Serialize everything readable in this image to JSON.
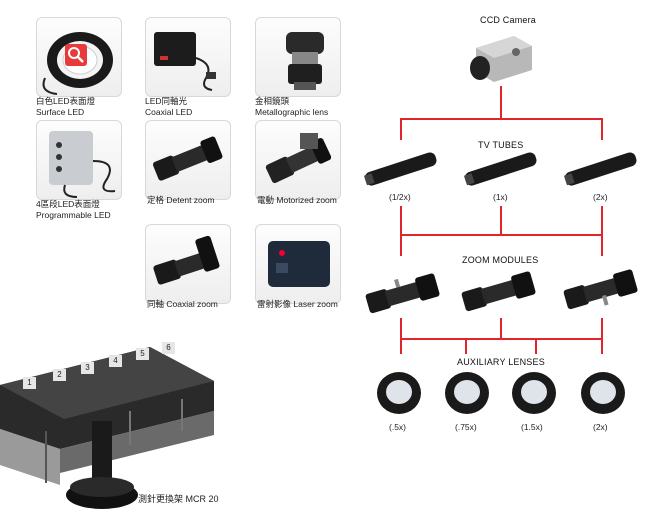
{
  "accessories": [
    {
      "cn": "白色LED表面燈",
      "en": "Surface LED"
    },
    {
      "cn": "LED同軸光",
      "en": "Coaxial LED"
    },
    {
      "cn": "金相鏡頭",
      "en": "Metallographic lens"
    },
    {
      "cn": "4區段LED表面燈",
      "en": "Programmable LED"
    },
    {
      "cn": "定格",
      "en": "Detent zoom"
    },
    {
      "cn": "電動",
      "en": "Motorized zoom"
    },
    {
      "cn": "同軸",
      "en": "Coaxial zoom"
    },
    {
      "cn": "雷射影像",
      "en": "Laser zoom"
    }
  ],
  "diagram": {
    "camera_label": "CCD Camera",
    "tv_tubes": {
      "title": "TV TUBES",
      "items": [
        "(1/2x)",
        "(1x)",
        "(2x)"
      ]
    },
    "zoom_modules": {
      "title": "ZOOM MODULES"
    },
    "auxiliary_lenses": {
      "title": "AUXILIARY LENSES",
      "items": [
        "(.5x)",
        "(.75x)",
        "(1.5x)",
        "(2x)"
      ]
    }
  },
  "changer": {
    "label": "測針更換架 MCR 20",
    "slots": [
      "1",
      "2",
      "3",
      "4",
      "5",
      "6"
    ]
  },
  "colors": {
    "connector": "#e0262a",
    "search_badge": "#e83a3a"
  }
}
